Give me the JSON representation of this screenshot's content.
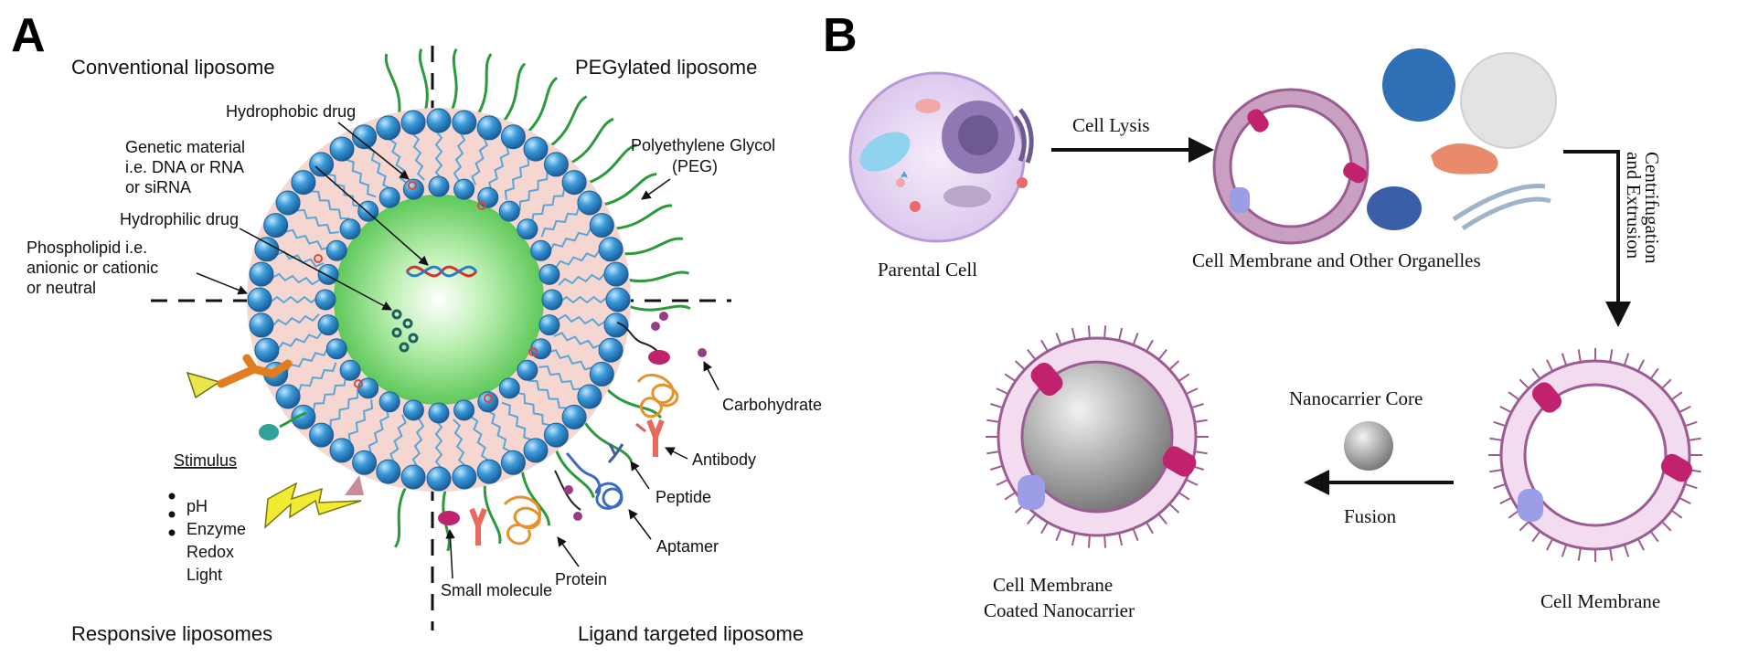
{
  "panels": {
    "a": {
      "letter": "A",
      "quadrants": {
        "top_left": "Conventional liposome",
        "top_right": "PEGylated liposome",
        "bottom_left": "Responsive liposomes",
        "bottom_right": "Ligand targeted liposome"
      },
      "labels": {
        "hydrophobic_drug": "Hydrophobic drug",
        "genetic_1": "Genetic material",
        "genetic_2": "i.e. DNA or RNA",
        "genetic_3": "or siRNA",
        "hydrophilic_drug": "Hydrophilic drug",
        "phospholipid_1": "Phospholipid i.e.",
        "phospholipid_2": "anionic or cationic",
        "phospholipid_3": "or neutral",
        "peg_1": "Polyethylene Glycol",
        "peg_2": "(PEG)",
        "carbohydrate": "Carbohydrate",
        "antibody": "Antibody",
        "peptide": "Peptide",
        "aptamer": "Aptamer",
        "protein": "Protein",
        "small_molecule": "Small molecule",
        "stimulus": "Stimulus",
        "stimuli": [
          "pH",
          "Enzyme",
          "Redox",
          "Light"
        ]
      }
    },
    "b": {
      "letter": "B",
      "labels": {
        "parental_cell": "Parental Cell",
        "cell_lysis": "Cell Lysis",
        "membrane_organelles": "Cell Membrane and Other Organelles",
        "centrifugation_1": "Centrifugation",
        "centrifugation_2": "and Extrusion",
        "cell_membrane": "Cell Membrane",
        "nanocarrier_core": "Nanocarrier Core",
        "fusion": "Fusion",
        "coated_1": "Cell Membrane",
        "coated_2": "Coated Nanocarrier"
      }
    }
  },
  "colors": {
    "lipid_head": "#2f86c7",
    "lipid_tail": "#5aa6d6",
    "bilayer_fill": "#f6d6d0",
    "core_green": "#6fd36b",
    "peg_green": "#2a9a3a",
    "membrane_purple": "#9a5c93",
    "membrane_pink": "#f3dcef",
    "protein_magenta": "#c0226e",
    "protein_lavender": "#9b9ee6",
    "core_grey": "#9a9a9a"
  }
}
